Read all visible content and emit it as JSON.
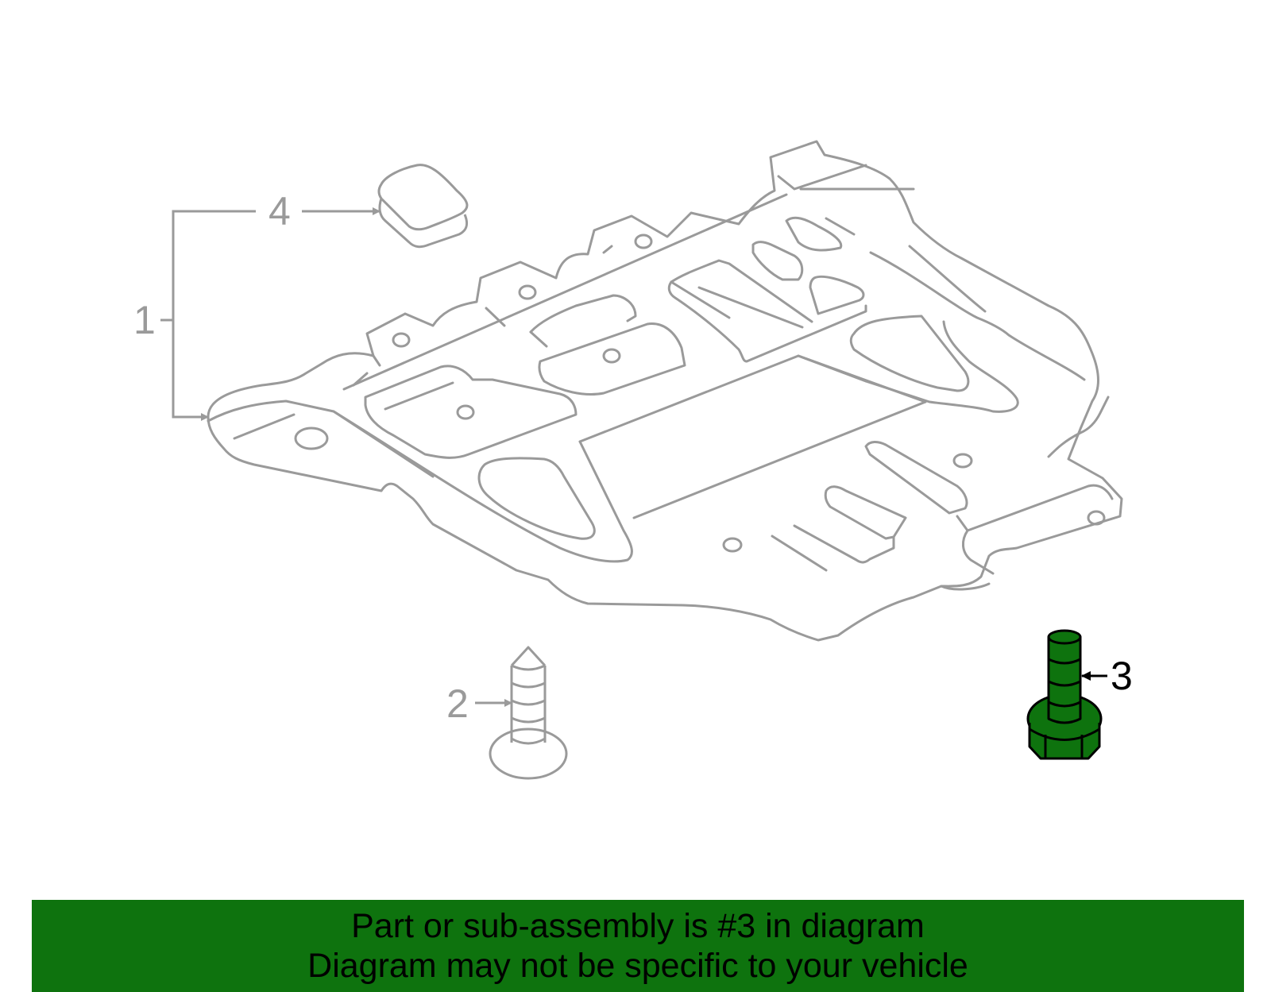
{
  "colors": {
    "outline": "#9a9a9a",
    "highlight_fill": "#0e730e",
    "highlight_stroke": "#000000",
    "banner_background": "#0e730e",
    "banner_text": "#000000",
    "background": "#ffffff"
  },
  "callouts": {
    "part_1": "1",
    "part_2": "2",
    "part_3": "3",
    "part_4": "4"
  },
  "highlighted_part": "3",
  "banner": {
    "line1": "Part or sub-assembly is #3 in diagram",
    "line2": "Diagram may not be specific to your vehicle"
  }
}
